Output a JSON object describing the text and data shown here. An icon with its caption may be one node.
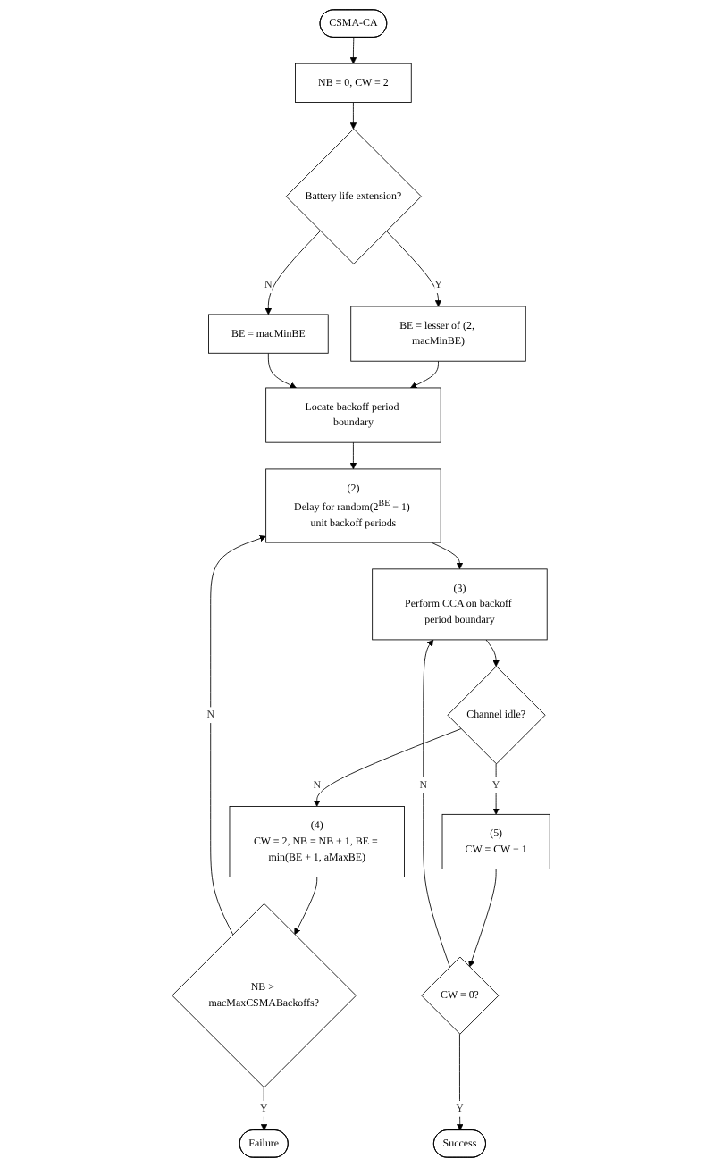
{
  "diagram": {
    "nodes": [
      {
        "text": [
          "CSMA-CA"
        ]
      },
      {
        "text": [
          "NB = 0, CW = 2"
        ]
      },
      {
        "text": [
          "Battery life extension?"
        ]
      },
      {
        "text": [
          "BE = lesser of (2, macMinBE)"
        ]
      },
      {
        "text": [
          "BE = macMinBE"
        ]
      },
      {
        "text": [
          "Locate backoff period boundary"
        ]
      },
      {
        "text": [
          "(2)",
          "Delay for random(2$^{BE}$ − 1) unit backoff periods"
        ]
      },
      {
        "text": [
          "(3)",
          "Perform CCA on backoff period boundary"
        ]
      },
      {
        "text": [
          "Channel idle?"
        ]
      },
      {
        "text": [
          "(4)",
          "CW = 2, NB = NB + 1, BE = min(BE + 1, aMaxBE)"
        ]
      },
      {
        "text": [
          "(5)",
          "CW = CW − 1"
        ]
      },
      {
        "text": [
          "NB > macMaxCSMABackoffs?"
        ]
      },
      {
        "text": [
          "CW = 0?"
        ]
      },
      {
        "text": [
          "Failure"
        ]
      },
      {
        "text": [
          "Success"
        ]
      }
    ],
    "edges": [
      {
        "from": 0,
        "to": 1,
        "arrow": "to"
      },
      {
        "from": 1,
        "to": 2,
        "arrow": "to"
      },
      {
        "from": 2,
        "to": 3,
        "arrow": "to",
        "label": "Y"
      },
      {
        "from": 2,
        "to": 4,
        "arrow": "to",
        "label": "N"
      },
      {
        "from": 3,
        "to": 5,
        "arrow": "to"
      },
      {
        "from": 4,
        "to": 5,
        "arrow": "to"
      },
      {
        "from": 5,
        "to": 6,
        "arrow": "to"
      },
      {
        "from": 6,
        "to": 7,
        "arrow": "to"
      },
      {
        "from": 7,
        "to": 8,
        "arrow": "to"
      },
      {
        "from": 8,
        "to": 9,
        "arrow": "to",
        "label": "N"
      },
      {
        "from": 8,
        "to": 10,
        "arrow": "to",
        "label": "Y"
      },
      {
        "from": 9,
        "to": 11,
        "arrow": "to"
      },
      {
        "from": 11,
        "to": 6,
        "arrow": "to",
        "label": "N"
      },
      {
        "from": 11,
        "to": 13,
        "arrow": "to",
        "label": "Y"
      },
      {
        "from": 10,
        "to": 12,
        "arrow": "to"
      },
      {
        "from": 12,
        "to": 7,
        "arrow": "to",
        "label": "N"
      },
      {
        "from": 12,
        "to": 14,
        "arrow": "to",
        "label": "Y"
      }
    ]
  }
}
